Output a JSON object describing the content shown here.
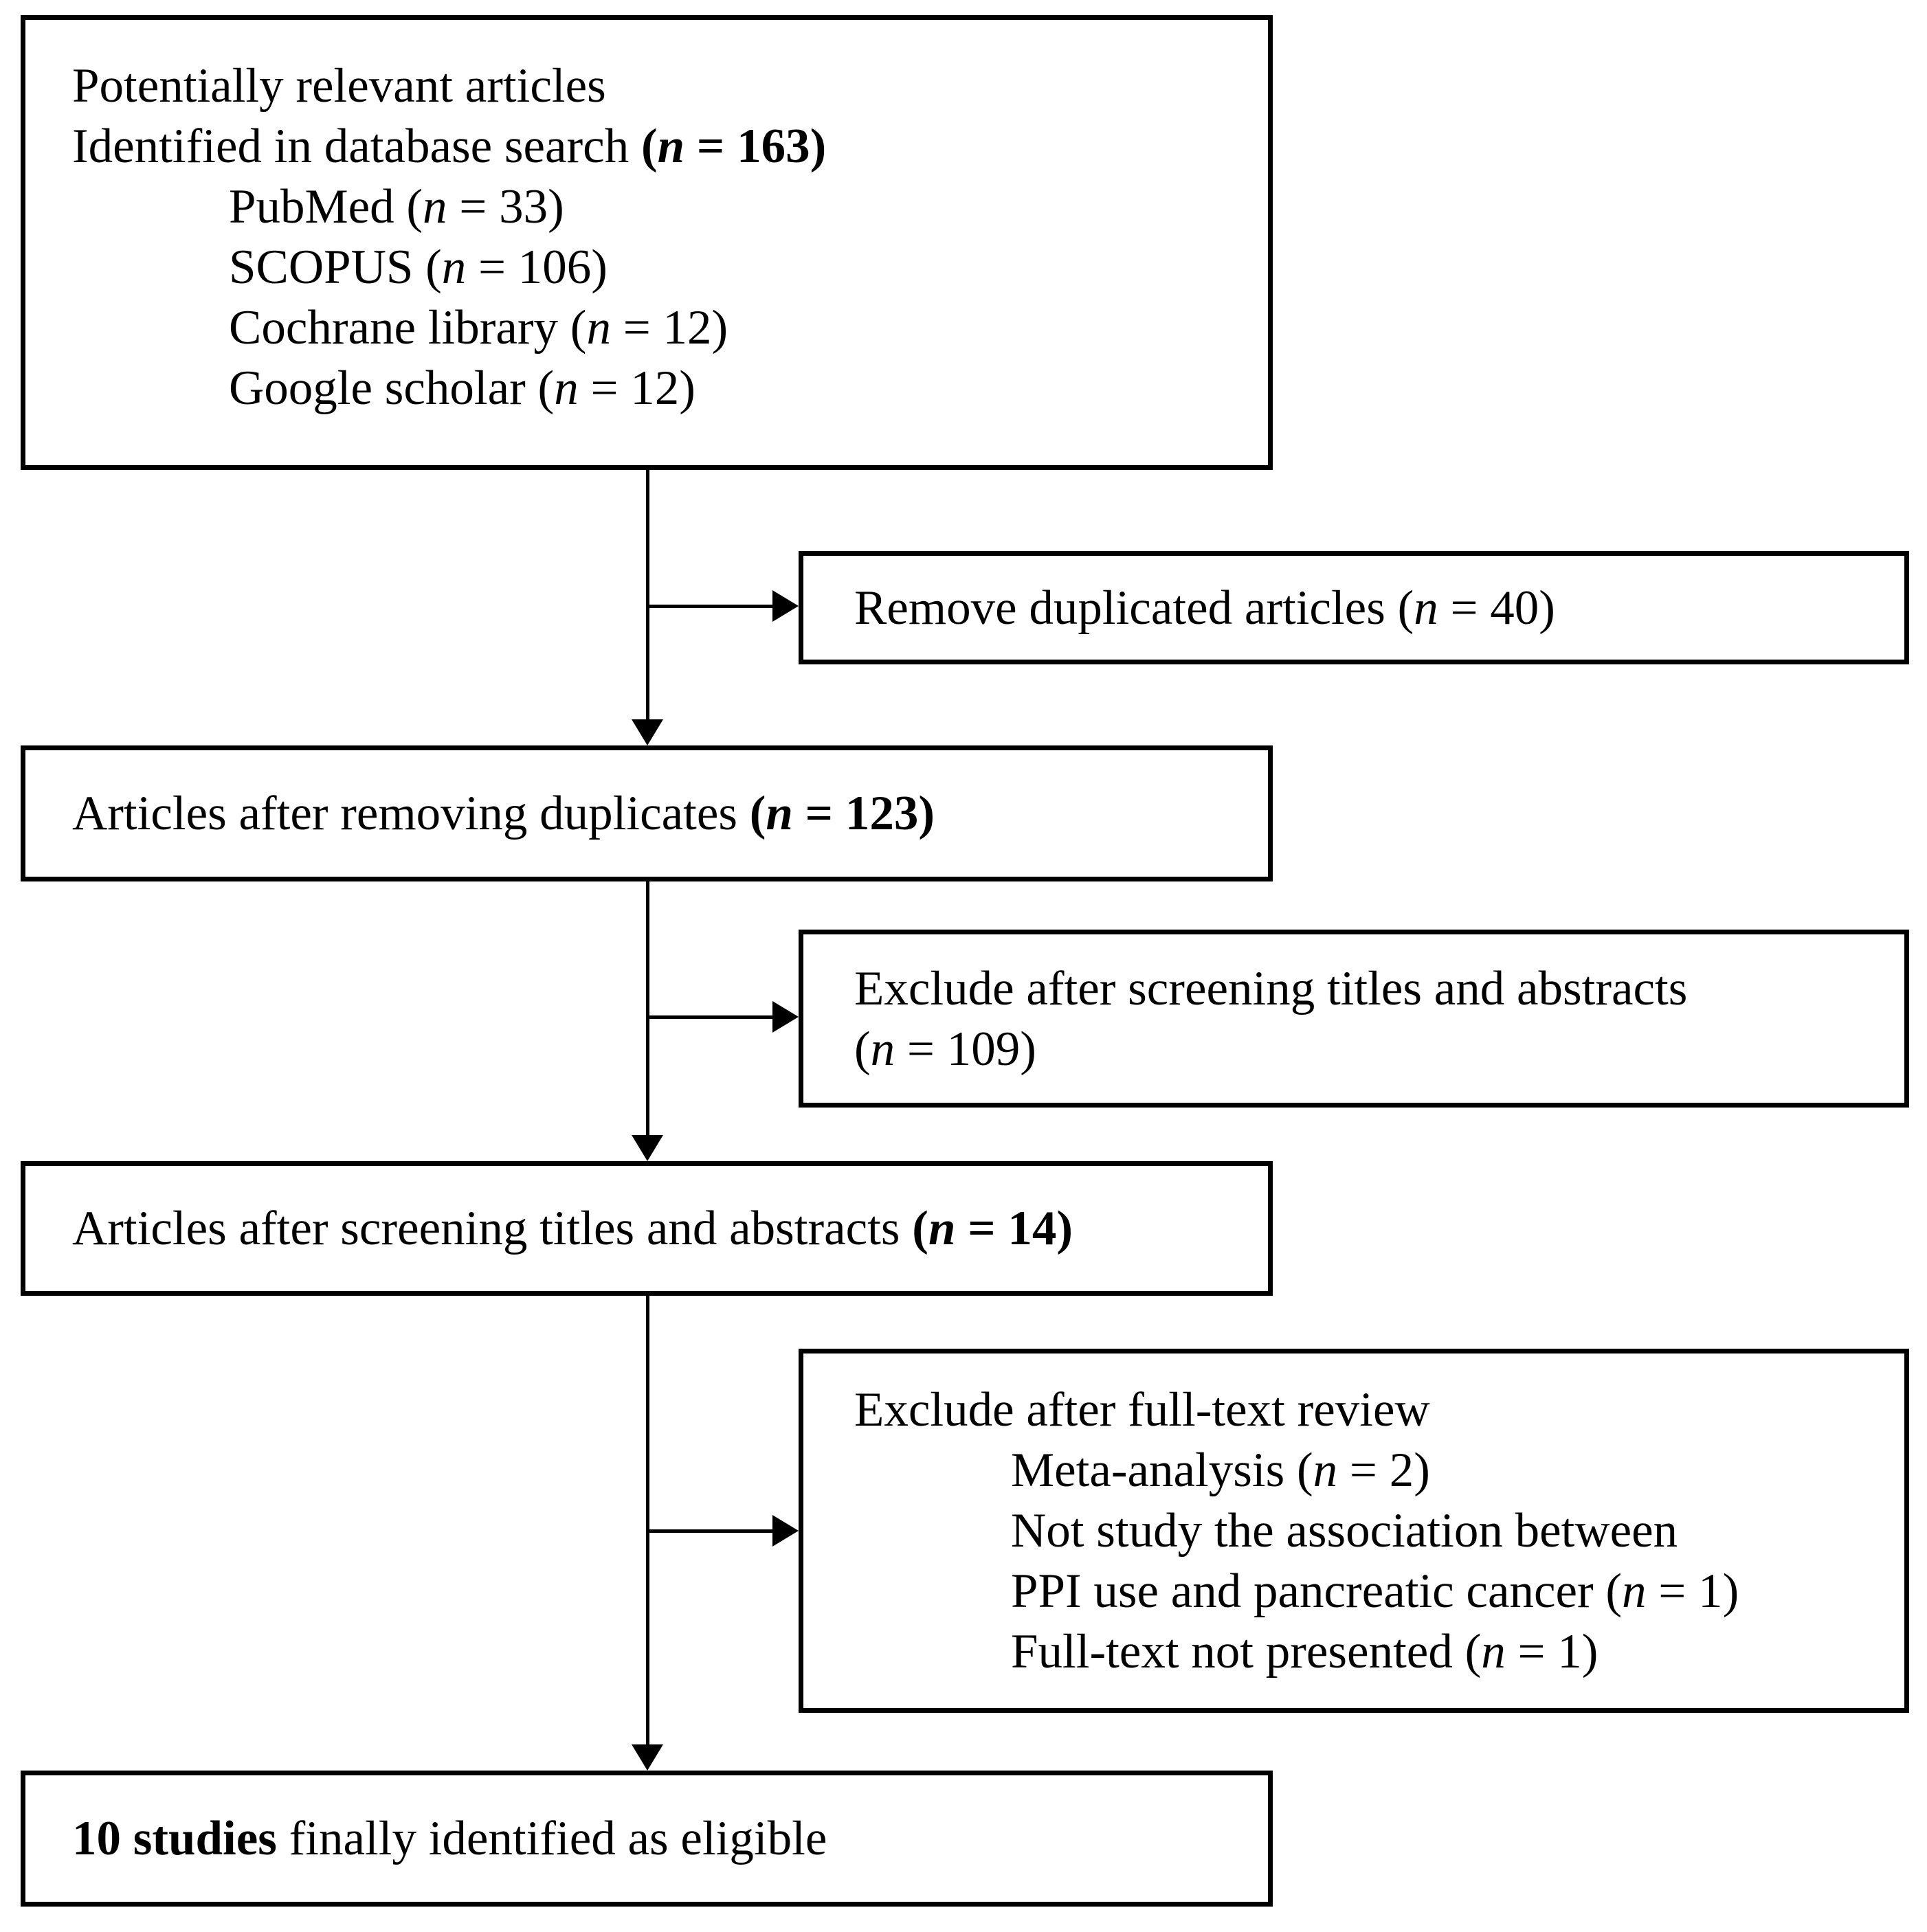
{
  "colors": {
    "background": "#ffffff",
    "line": "#000000",
    "text": "#000000"
  },
  "boxes": {
    "identification": {
      "lines": [
        {
          "indent": 0,
          "runs": [
            [
              "Potentially relevant articles",
              ""
            ]
          ]
        },
        {
          "indent": 0,
          "runs": [
            [
              "Identified in database search ",
              ""
            ],
            [
              "(",
              "b"
            ],
            [
              "n",
              "bi"
            ],
            [
              " = 163)",
              "b"
            ]
          ]
        },
        {
          "indent": 1,
          "runs": [
            [
              "PubMed (",
              ""
            ],
            [
              "n",
              "i"
            ],
            [
              " = 33)",
              ""
            ]
          ]
        },
        {
          "indent": 1,
          "runs": [
            [
              "SCOPUS (",
              ""
            ],
            [
              "n",
              "i"
            ],
            [
              " = 106)",
              ""
            ]
          ]
        },
        {
          "indent": 1,
          "runs": [
            [
              "Cochrane library (",
              ""
            ],
            [
              "n",
              "i"
            ],
            [
              " = 12)",
              ""
            ]
          ]
        },
        {
          "indent": 1,
          "runs": [
            [
              "Google scholar (",
              ""
            ],
            [
              "n",
              "i"
            ],
            [
              " = 12)",
              ""
            ]
          ]
        }
      ]
    },
    "remove_duplicates": {
      "lines": [
        {
          "indent": 0,
          "runs": [
            [
              "Remove duplicated articles (",
              ""
            ],
            [
              "n",
              "i"
            ],
            [
              " = 40)",
              ""
            ]
          ]
        }
      ]
    },
    "after_duplicates": {
      "lines": [
        {
          "indent": 0,
          "runs": [
            [
              "Articles after removing duplicates ",
              ""
            ],
            [
              "(",
              "b"
            ],
            [
              "n",
              "bi"
            ],
            [
              " = 123)",
              "b"
            ]
          ]
        }
      ]
    },
    "exclude_title_abstract": {
      "lines": [
        {
          "indent": 0,
          "runs": [
            [
              "Exclude after screening titles and abstracts",
              ""
            ]
          ]
        },
        {
          "indent": 0,
          "runs": [
            [
              "(",
              ""
            ],
            [
              "n",
              "i"
            ],
            [
              " = 109)",
              ""
            ]
          ]
        }
      ]
    },
    "after_screening": {
      "lines": [
        {
          "indent": 0,
          "runs": [
            [
              "Articles after screening titles and abstracts ",
              ""
            ],
            [
              "(",
              "b"
            ],
            [
              "n",
              "bi"
            ],
            [
              " = 14)",
              "b"
            ]
          ]
        }
      ]
    },
    "exclude_fulltext": {
      "lines": [
        {
          "indent": 0,
          "runs": [
            [
              "Exclude after full-text review",
              ""
            ]
          ]
        },
        {
          "indent": 1,
          "runs": [
            [
              "Meta-analysis (",
              ""
            ],
            [
              "n",
              "i"
            ],
            [
              " = 2)",
              ""
            ]
          ]
        },
        {
          "indent": 1,
          "runs": [
            [
              "Not study the association between",
              ""
            ]
          ]
        },
        {
          "indent": 1,
          "runs": [
            [
              "PPI use and pancreatic cancer (",
              ""
            ],
            [
              "n",
              "i"
            ],
            [
              " = 1)",
              ""
            ]
          ]
        },
        {
          "indent": 1,
          "runs": [
            [
              "Full-text not presented (",
              ""
            ],
            [
              "n",
              "i"
            ],
            [
              " = 1)",
              ""
            ]
          ]
        }
      ]
    },
    "eligible": {
      "lines": [
        {
          "indent": 0,
          "runs": [
            [
              "10 studies",
              "b"
            ],
            [
              " finally identified as eligible",
              ""
            ]
          ]
        }
      ]
    }
  }
}
